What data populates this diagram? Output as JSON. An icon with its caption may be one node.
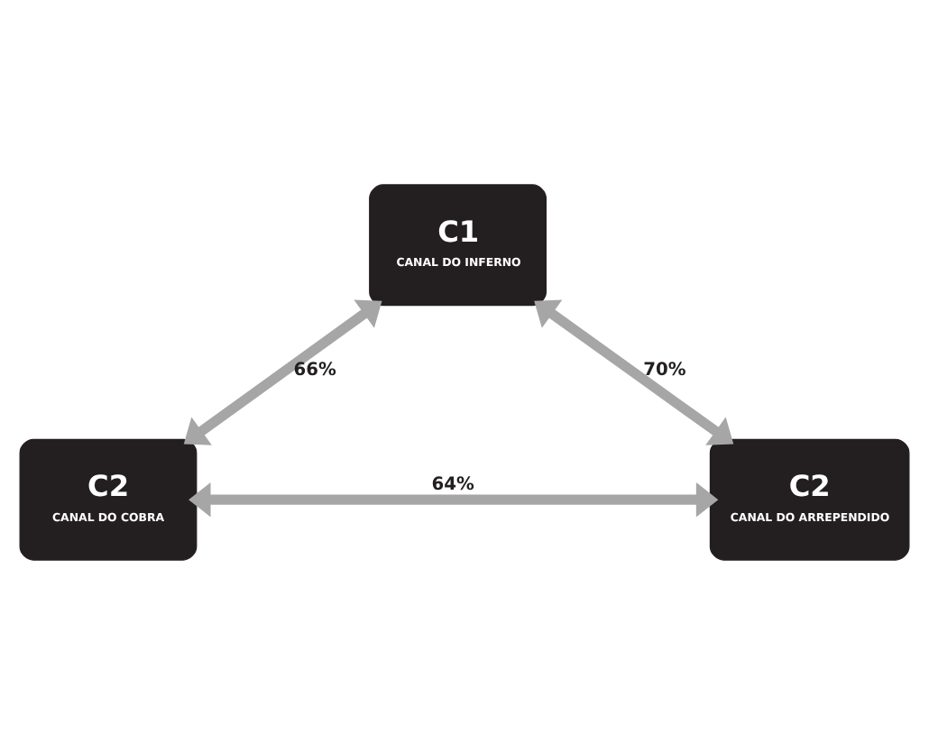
{
  "diagram": {
    "nodes": [
      {
        "text": [
          "C1",
          "CANAL DO INFERNO"
        ]
      },
      {
        "text": [
          "C2",
          "CANAL DO COBRA"
        ]
      },
      {
        "text": [
          "C2",
          "CANAL DO ARREPENDIDO"
        ]
      }
    ],
    "edges": [
      {
        "from": 0,
        "to": 1,
        "arrow": "both",
        "label": "66%"
      },
      {
        "from": 0,
        "to": 2,
        "arrow": "both",
        "label": "70%"
      },
      {
        "from": 1,
        "to": 2,
        "arrow": "both",
        "label": "64%"
      }
    ]
  }
}
